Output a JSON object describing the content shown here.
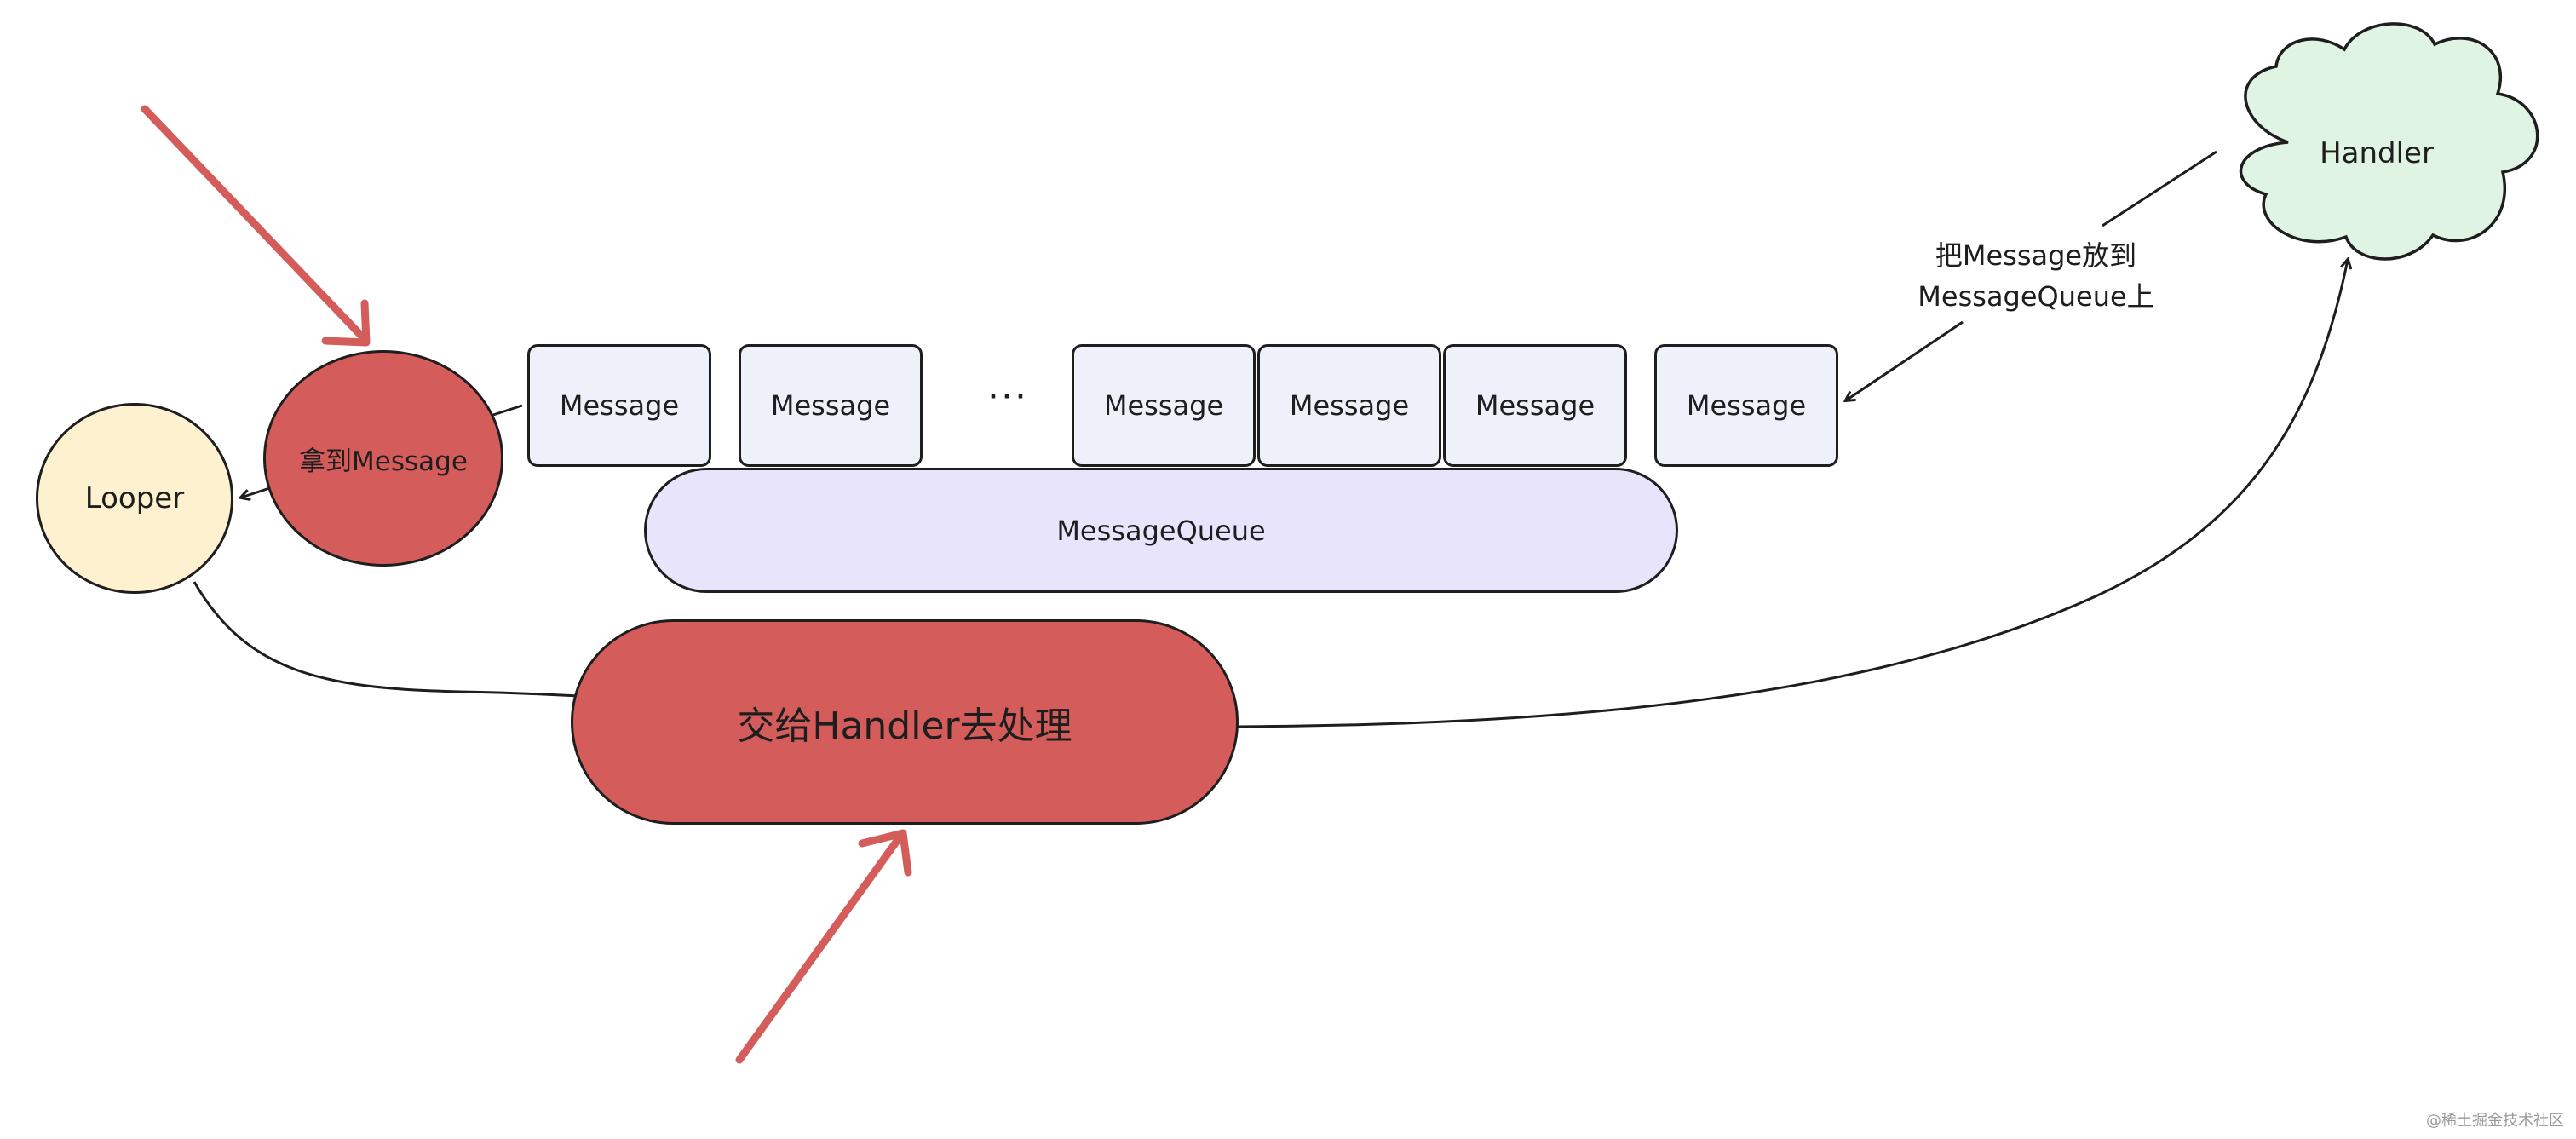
{
  "messages": [
    "Message",
    "Message",
    "Message",
    "Message",
    "Message",
    "Message"
  ],
  "ellipsis": "···",
  "message_queue": "MessageQueue",
  "looper": "Looper",
  "take_message": "拿到Message",
  "dispatch": "交给Handler去处理",
  "handler": "Handler",
  "edge_label": {
    "line1": "把Message放到",
    "line2": "MessageQueue上"
  },
  "watermark": "@稀土掘金技术社区",
  "colors": {
    "message_fill": "#eef1fa",
    "queue_fill": "#e8e4fc",
    "looper_fill": "#fdf1cf",
    "highlight_fill": "#d45c5b",
    "handler_fill": "#dff4e3",
    "arrow_red": "#d45c5b",
    "stroke": "#1e1e1e"
  }
}
